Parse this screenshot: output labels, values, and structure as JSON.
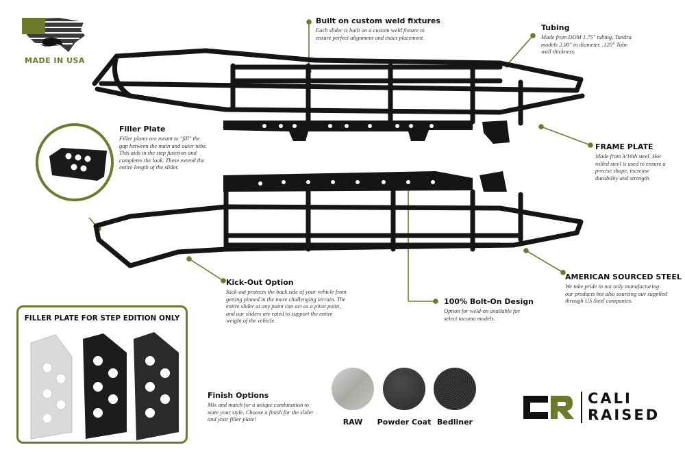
{
  "brand": {
    "made_in_usa": "MADE IN USA",
    "logo_line1": "CALI",
    "logo_line2": "RAISED",
    "accent": "#6b7a2b"
  },
  "callouts": {
    "weld": {
      "title": "Built on custom weld fixtures",
      "text": "Each slider is built on a custom weld fixture to ensure perfect alignment and exact placement."
    },
    "tubing": {
      "title": "Tubing",
      "text": "Made from DOM 1.75\" tubing, Tundra models 2.00\" in diameter. .120\" Tube wall thickness."
    },
    "filler": {
      "title": "Filler Plate",
      "text": "Filler plates are meant to \"fill\" the gap between the main and outer tube. This aids in the step function and completes the look. These extend the entire length of the slider."
    },
    "frame": {
      "title": "FRAME PLATE",
      "text": "Made from 3/16th steel. Hot rolled steel is used to ensure a precise shape, increase durability and strength."
    },
    "kickout": {
      "title": "Kick-Out Option",
      "text": "Kick-out protects the back side of your vehicle from getting pinned in the more challenging terrain. The entire slider at any point can act as a pivot point, and our sliders are rated to support the entire weight of the vehicle."
    },
    "steel": {
      "title": "AMERICAN SOURCED STEEL",
      "text": "We take pride in not only manufacturing our products but also sourcing our supplied through US Steel companies."
    },
    "bolton": {
      "title": "100% Bolt-On Design",
      "text": "Option for weld-on available for select tacoma models."
    },
    "finish": {
      "title": "Finish Options",
      "text": "Mix and match for a unique combination to suite your style. Choose a finish for the slider and your filler plate!"
    }
  },
  "step_edition": {
    "title": "FILLER PLATE FOR STEP EDITION ONLY"
  },
  "finishes": [
    {
      "label": "RAW",
      "color": "#b9b9b6"
    },
    {
      "label": "Powder Coat",
      "color": "#3a3a3a"
    },
    {
      "label": "Bedliner",
      "color": "#2b2b2b"
    }
  ]
}
